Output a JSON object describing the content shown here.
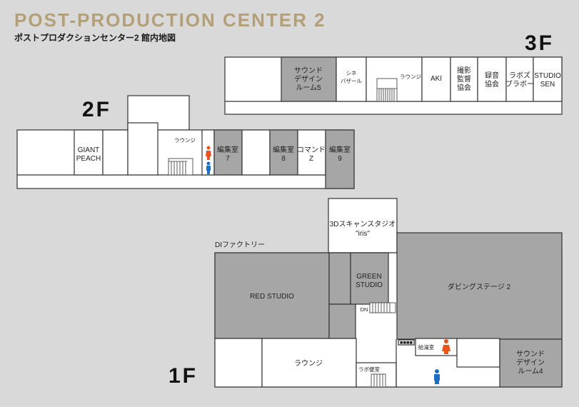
{
  "header": {
    "title": "POST-PRODUCTION CENTER 2",
    "subtitle": "ポストプロダクションセンター2 館内地図"
  },
  "floors": {
    "f3": "3F",
    "f2": "2F",
    "f1": "1F"
  },
  "rooms_3f": {
    "sound5": [
      "サウンド",
      "デザイン",
      "ルーム5"
    ],
    "cine": [
      "シネ",
      "バザール"
    ],
    "lounge": "ラウンジ",
    "aki": "AKI",
    "cinematographers": [
      "撮影",
      "監督",
      "協会"
    ],
    "recording": [
      "録音",
      "協会"
    ],
    "labos": [
      "ラボズ",
      "ブラボー"
    ],
    "studio_sen": [
      "STUDIO",
      "SEN"
    ]
  },
  "rooms_2f": {
    "giant_peach": [
      "GIANT",
      "PEACH"
    ],
    "lounge": "ラウンジ",
    "edit7": [
      "編集室",
      "7"
    ],
    "edit8": [
      "編集室",
      "8"
    ],
    "command_z": [
      "コマンド",
      "Z"
    ],
    "edit9": [
      "編集室",
      "9"
    ]
  },
  "rooms_1f": {
    "di_factory": "DIファクトリー",
    "scan_studio": [
      "3Dスキャンスタジオ",
      "\"iris\""
    ],
    "red_studio": "RED STUDIO",
    "green_studio": [
      "GREEN",
      "STUDIO"
    ],
    "dubbing": "ダビングステージ 2",
    "dn": "DN",
    "lounge": "ラウンジ",
    "kitchen": "給湯室",
    "labo_toilet": "ラボ便室",
    "sound4": [
      "サウンド",
      "デザイン",
      "ルーム4"
    ],
    "sign": "■■■■"
  },
  "colors": {
    "title": "#b4a078",
    "background": "#d9d9d9",
    "room_gray": "#a6a6a6",
    "room_white": "#ffffff",
    "wall": "#333333",
    "female": "#e8541e",
    "male": "#1e6fc1"
  },
  "icons": {
    "female_toilet": "female-toilet-icon",
    "male_toilet": "male-toilet-icon",
    "stairs": "stairs-icon"
  }
}
